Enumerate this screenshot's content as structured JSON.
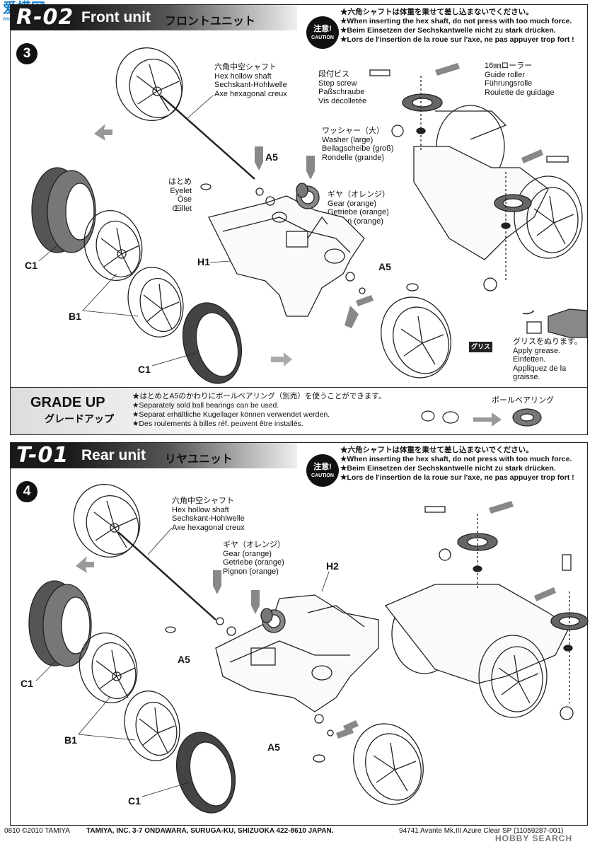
{
  "watermark_top": {
    "title": "爱模网",
    "url": "www.moshi.com"
  },
  "watermark_bottom": "HOBBY SEARCH",
  "step3": {
    "code": "R-02",
    "title_en": "Front unit",
    "title_jp": "フロントユニット",
    "step_number": "3",
    "caution": {
      "jp": "注意!",
      "en": "CAUTION"
    },
    "warnings": [
      "★六角シャフトは体重を乗せて差し込まないでください。",
      "★When inserting the hex shaft, do not press with too much force.",
      "★Beim Einsetzen der Sechskantwelle nicht zu stark drücken.",
      "★Lors de l'insertion de la roue sur l'axe, ne pas appuyer trop fort !"
    ],
    "hex_shaft": [
      "六角中空シャフト",
      "Hex hollow shaft",
      "Sechskant-Hohlwelle",
      "Axe hexagonal creux"
    ],
    "step_screw": [
      "段付ビス",
      "Step screw",
      "Paßschraube",
      "Vis décolletée"
    ],
    "guide_roller": [
      "16㎜ローラー",
      "Guide roller",
      "Führungsrolle",
      "Roulette de guidage"
    ],
    "washer": [
      "ワッシャー（大）",
      "Washer (large)",
      "Beilagscheibe (groß)",
      "Rondelle (grande)"
    ],
    "eyelet": [
      "はとめ",
      "Eyelet",
      "Öse",
      "Œillet"
    ],
    "gear": [
      "ギヤ（オレンジ）",
      "Gear (orange)",
      "Getriebe (orange)",
      "Pignon (orange)"
    ],
    "grease": [
      "グリス",
      "グリスをぬります。",
      "Apply grease.",
      "Einfetten.",
      "Appliquez de la",
      "graisse."
    ],
    "parts": {
      "a5_top": "A5",
      "a5_mid": "A5",
      "h1": "H1",
      "c1_top": "C1",
      "b1": "B1",
      "c1_bottom": "C1"
    }
  },
  "grade_up": {
    "title_en": "GRADE UP",
    "title_jp": "グレードアップ",
    "lines": [
      "★はとめとA5のかわりにボールベアリング（別売）を使うことができます。",
      "★Separately sold ball bearings can be used.",
      "★Separat erhältliche Kugellager können verwendet werden.",
      "★Des roulements à billes réf. peuvent être installés."
    ],
    "ball_bearing": "ボールベアリング"
  },
  "step4": {
    "code": "T-01",
    "title_en": "Rear unit",
    "title_jp": "リヤユニット",
    "step_number": "4",
    "caution": {
      "jp": "注意!",
      "en": "CAUTION"
    },
    "warnings": [
      "★六角シャフトは体重を乗せて差し込まないでください。",
      "★When inserting the hex shaft, do not press with too much force.",
      "★Beim Einsetzen der Sechskantwelle nicht zu stark drücken.",
      "★Lors de l'insertion de la roue sur l'axe, ne pas appuyer trop fort !"
    ],
    "hex_shaft": [
      "六角中空シャフト",
      "Hex hollow shaft",
      "Sechskant-Hohlwelle",
      "Axe hexagonal creux"
    ],
    "gear": [
      "ギヤ（オレンジ）",
      "Gear (orange)",
      "Getriebe (orange)",
      "Pignon (orange)"
    ],
    "parts": {
      "h2": "H2",
      "a5_top": "A5",
      "a5_bottom": "A5",
      "c1_top": "C1",
      "b1": "B1",
      "c1_bottom": "C1"
    }
  },
  "footer": {
    "code": "0810 ©2010 TAMIYA",
    "address": "TAMIYA, INC.  3-7 ONDAWARA, SURUGA-KU, SHIZUOKA 422-8610 JAPAN.",
    "item": "94741  Avante Mk.III Azure Clear SP (11059287-001)"
  }
}
